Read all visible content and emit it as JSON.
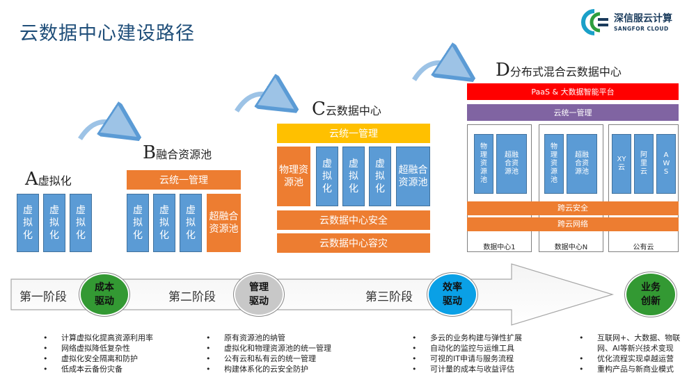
{
  "title": "云数据中心建设路径",
  "logo": {
    "cn": "深信服云计算",
    "en": "SANGFOR CLOUD"
  },
  "stageA": {
    "letter": "A",
    "name": "虚拟化",
    "boxes": [
      "虚拟化",
      "虚拟化",
      "虚拟化"
    ]
  },
  "stageB": {
    "letter": "B",
    "name": "融合资源池",
    "mgmt": "云统一管理",
    "boxes": [
      "虚拟化",
      "虚拟化",
      "虚拟化"
    ],
    "hci": "超融合资源池"
  },
  "stageC": {
    "letter": "C",
    "name": "云数据中心",
    "mgmt": "云统一管理",
    "phys": "物理资源池",
    "boxes": [
      "虚拟化",
      "虚拟化",
      "虚拟化"
    ],
    "hci": "超融合资源池",
    "security": "云数据中心安全",
    "dr": "云数据中心容灾"
  },
  "stageD": {
    "letter": "D",
    "name": "分布式混合云数据中心",
    "paas": "PaaS & 大数据智能平台",
    "mgmt": "云统一管理",
    "dc1": {
      "phys": "物理资源池",
      "hci": "超融合资源池",
      "label": "数据中心1"
    },
    "dcn": {
      "phys": "物理资源池",
      "hci": "超融合资源池",
      "label": "数据中心N"
    },
    "public": {
      "items": [
        "XY云",
        "阿里云",
        "AWS"
      ],
      "label": "公有云"
    },
    "cross_security": "跨云安全",
    "cross_network": "跨云网络"
  },
  "phases": [
    {
      "label": "第一阶段",
      "driver": "成本驱动"
    },
    {
      "label": "第二阶段",
      "driver": "管理驱动"
    },
    {
      "label": "第三阶段",
      "driver": "效率驱动"
    }
  ],
  "goal": "业务创新",
  "bullets": [
    [
      "计算虚拟化提高资源利用率",
      "网络虚拟降低复杂性",
      "虚拟化安全隔离和防护",
      "低成本云备份灾备"
    ],
    [
      "原有资源池的纳管",
      "虚拟化和物理资源池的统一管理",
      "公有云和私有云的统一管理",
      "构建体系化的云安全防护"
    ],
    [
      "多云的业务构建与弹性扩展",
      "自动化的监控与运维工具",
      "可视的IT申请与服务流程",
      "可计量的成本与收益评估"
    ],
    [
      "互联网+、大数据、物联",
      "网、AI等新兴技术变现",
      "优化流程实现卓越运营",
      "重构产品与新商业模式"
    ]
  ],
  "colors": {
    "blue": "#5b9bd5",
    "orange": "#ed7d31",
    "yellow": "#ffc000",
    "red": "#ff0000",
    "purple": "#8064a2",
    "green": "#339933",
    "cyan": "#0aa0e6"
  }
}
